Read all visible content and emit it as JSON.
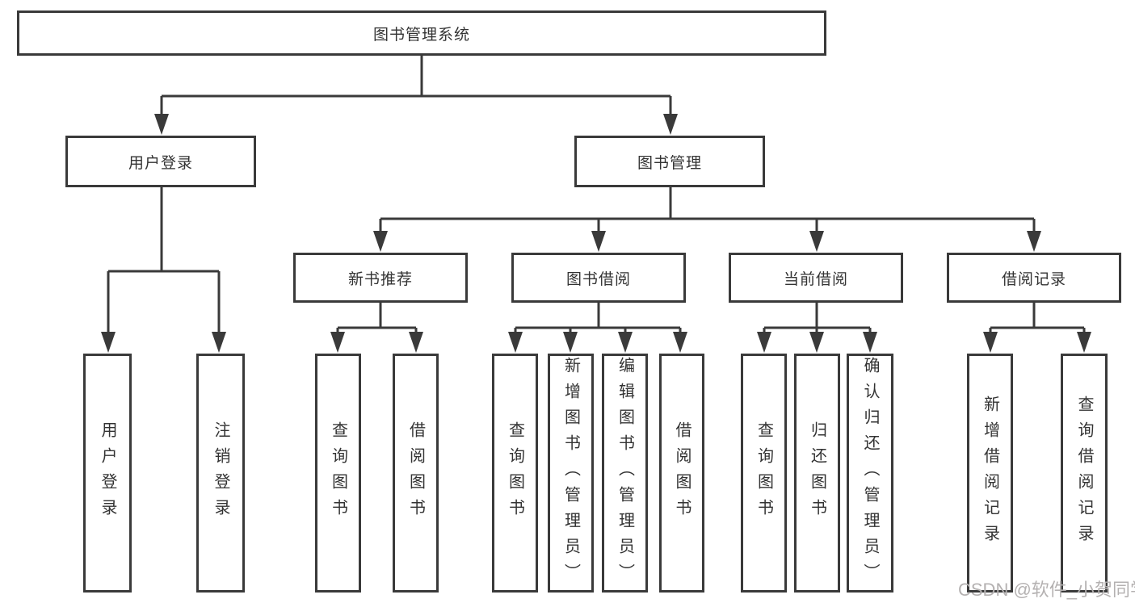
{
  "tree": {
    "root": "图书管理系统",
    "branches": [
      {
        "label": "用户登录",
        "children": [
          "用户登录",
          "注销登录"
        ]
      },
      {
        "label": "图书管理",
        "sections": [
          {
            "label": "新书推荐",
            "children": [
              "查询图书",
              "借阅图书"
            ]
          },
          {
            "label": "图书借阅",
            "children": [
              "查询图书",
              "新增图书（管理员）",
              "编辑图书（管理员）",
              "借阅图书"
            ]
          },
          {
            "label": "当前借阅",
            "children": [
              "查询图书",
              "归还图书",
              "确认归还（管理员）"
            ]
          },
          {
            "label": "借阅记录",
            "children": [
              "新增借阅记录",
              "查询借阅记录"
            ]
          }
        ]
      }
    ]
  },
  "watermark": "CSDN @软件_小贺同学",
  "colors": {
    "line": "#3a3a3a",
    "box_border": "#3a3a3a",
    "text": "#333333",
    "watermark": "#b4b1b1",
    "background": "#ffffff"
  }
}
